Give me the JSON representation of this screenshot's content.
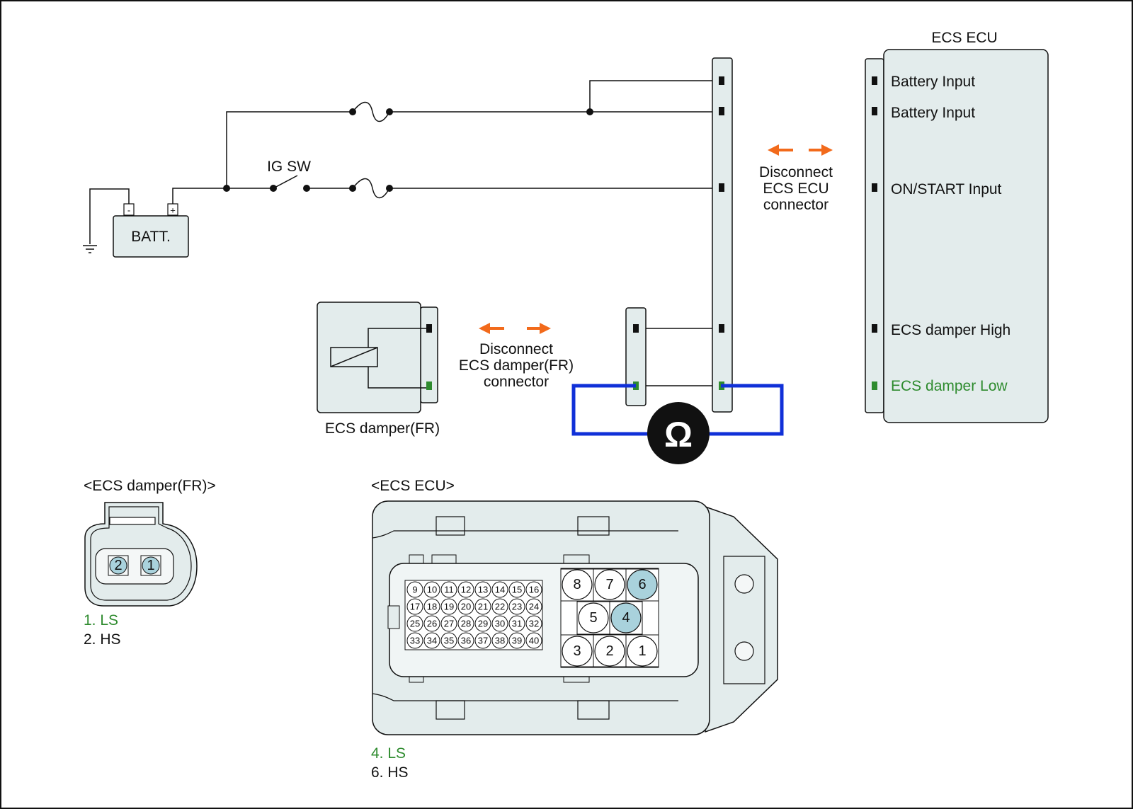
{
  "circuit": {
    "battery_label": "BATT.",
    "battery_neg": "-",
    "battery_pos": "+",
    "ig_switch_label": "IG SW",
    "ecu_title": "ECS ECU",
    "ecu_pins": [
      {
        "label": "Battery Input"
      },
      {
        "label": "Battery Input"
      },
      {
        "label": "ON/START Input"
      },
      {
        "label": "ECS damper High"
      },
      {
        "label": "ECS damper Low"
      }
    ],
    "disconnect_ecu_text": [
      "Disconnect",
      "ECS ECU",
      "connector"
    ],
    "disconnect_damper_text": [
      "Disconnect",
      "ECS damper(FR)",
      "connector"
    ],
    "damper_label": "ECS damper(FR)",
    "ohmmeter_symbol": "Ω",
    "colors": {
      "arrow": "#f26a1b",
      "meter_wire": "#1030d8",
      "highlight_pin": "#2e8b2e",
      "highlight_text": "#2e8b2e",
      "cavity_fill": "#a9d2dc"
    }
  },
  "damper_connector_view": {
    "title": "<ECS damper(FR)>",
    "pins": [
      "2",
      "1"
    ],
    "legend": [
      {
        "text": "1. LS"
      },
      {
        "text": "2. HS"
      }
    ]
  },
  "ecu_connector_view": {
    "title": "<ECS ECU>",
    "small_pin_rows": [
      [
        "9",
        "10",
        "11",
        "12",
        "13",
        "14",
        "15",
        "16"
      ],
      [
        "17",
        "18",
        "19",
        "20",
        "21",
        "22",
        "23",
        "24"
      ],
      [
        "25",
        "26",
        "27",
        "28",
        "29",
        "30",
        "31",
        "32"
      ],
      [
        "33",
        "34",
        "35",
        "36",
        "37",
        "38",
        "39",
        "40"
      ]
    ],
    "large_pins_top": [
      "8",
      "7",
      "6"
    ],
    "large_pins_mid": [
      "5",
      "4"
    ],
    "large_pins_bottom": [
      "3",
      "2",
      "1"
    ],
    "legend": [
      {
        "text": "4. LS"
      },
      {
        "text": "6. HS"
      }
    ]
  }
}
